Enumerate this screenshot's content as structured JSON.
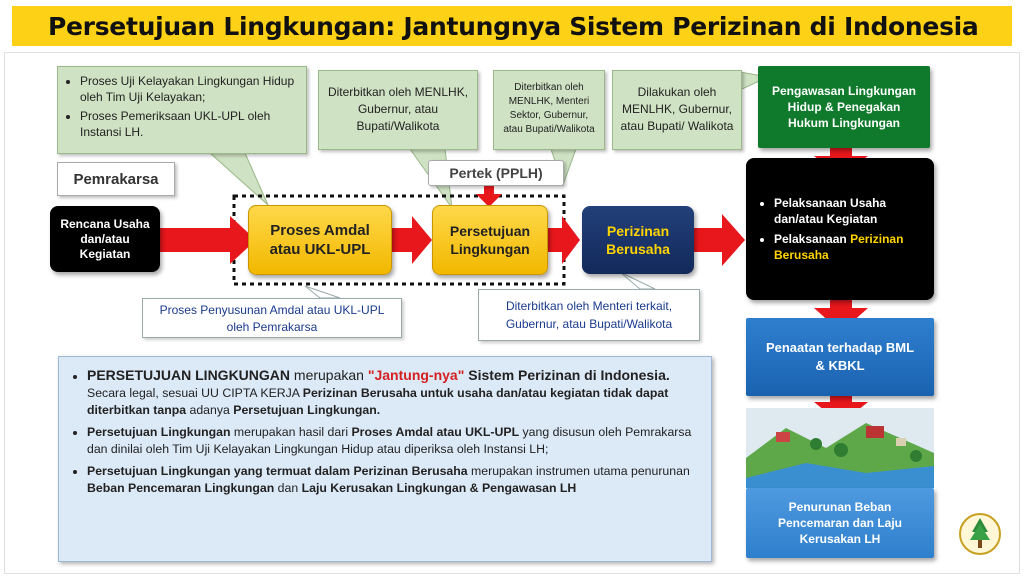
{
  "title": "Persetujuan Lingkungan:  Jantungnya Sistem Perizinan di Indonesia",
  "callouts": {
    "amdal_process": [
      "Proses Uji Kelayakan Lingkungan Hidup oleh Tim Uji Kelayakan;",
      "Proses Pemeriksaan UKL-UPL oleh Instansi LH."
    ],
    "issued_menlhk": [
      "Diterbitkan oleh MENLHK,",
      "Gubernur, atau",
      "Bupati/Walikota"
    ],
    "issued_menteri": [
      "Diterbitkan oleh",
      "MENLHK, Menteri",
      "Sektor, Gubernur,",
      "atau Bupati/Walikota"
    ],
    "done_by": [
      "Dilakukan oleh",
      "MENLHK, Gubernur,",
      "atau Bupati/ Walikota"
    ]
  },
  "labels": {
    "pemrakarsa": "Pemrakarsa",
    "pertek": "Pertek (PPLH)",
    "penyusunan": [
      "Proses Penyusunan Amdal atau  UKL-UPL",
      "oleh Pemrakarsa"
    ],
    "diterbitkan_menteri_terkait": [
      "Diterbitkan oleh Menteri terkait,",
      "Gubernur, atau Bupati/Walikota"
    ]
  },
  "nodes": {
    "rencana": [
      "Rencana Usaha",
      "dan/atau",
      "Kegiatan"
    ],
    "amdal": [
      "Proses Amdal",
      "atau UKL-UPL"
    ],
    "persetujuan": [
      "Persetujuan",
      "Lingkungan"
    ],
    "perizinan": [
      "Perizinan",
      "Berusaha"
    ],
    "pengawasan": [
      "Pengawasan Lingkungan",
      "Hidup & Penegakan",
      "Hukum Lingkungan"
    ],
    "pelaksanaan_1": [
      "Pelaksanaan  Usaha",
      "dan/atau Kegiatan"
    ],
    "pelaksanaan_2_prefix": "Pelaksanaan ",
    "pelaksanaan_2_highlight": "Perizinan",
    "pelaksanaan_2_suffix": "Berusaha",
    "penaatan": [
      "Penaatan terhadap BML",
      "& KBKL"
    ],
    "penurunan": [
      "Penurunan Beban",
      "Pencemaran dan Laju",
      "Kerusakan LH"
    ]
  },
  "bullets": {
    "b1_bold": "PERSETUJUAN LINGKUNGAN",
    "b1_mid": " merupakan ",
    "b1_red": "\"Jantung-nya\"",
    "b1_bold2": " Sistem Perizinan di Indonesia",
    "b1_tail": ".",
    "b1_line2": "Secara legal, sesuai UU CIPTA KERJA ",
    "b1_line2_bold": "Perizinan Berusaha untuk usaha dan/atau kegiatan tidak dapat diterbitkan tanpa",
    "b1_line2_end": " adanya ",
    "b1_line2_bold2": "Persetujuan Lingkungan.",
    "b2_bold": "Persetujuan Lingkungan",
    "b2_mid": " merupakan hasil dari ",
    "b2_bold2": "Proses Amdal atau UKL-UPL",
    "b2_rest": " yang disusun oleh Pemrakarsa dan dinilai oleh Tim Uji Kelayakan Lingkungan Hidup atau diperiksa oleh Instansi LH;",
    "b3_bold": "Persetujuan Lingkungan yang termuat dalam Perizinan Berusaha",
    "b3_mid": " merupakan instrumen utama penurunan ",
    "b3_bold2": "Beban Pencemaran  Lingkungan",
    "b3_and": " dan ",
    "b3_bold3": "Laju Kerusakan Lingkungan & Pengawasan LH"
  },
  "colors": {
    "title_bg": "#fcd116",
    "arrow": "#e8171c",
    "node_yellow": "#f5c000",
    "node_navy": "#1a3570",
    "node_green": "#0f7a2b",
    "node_blue": "#2470c0"
  }
}
